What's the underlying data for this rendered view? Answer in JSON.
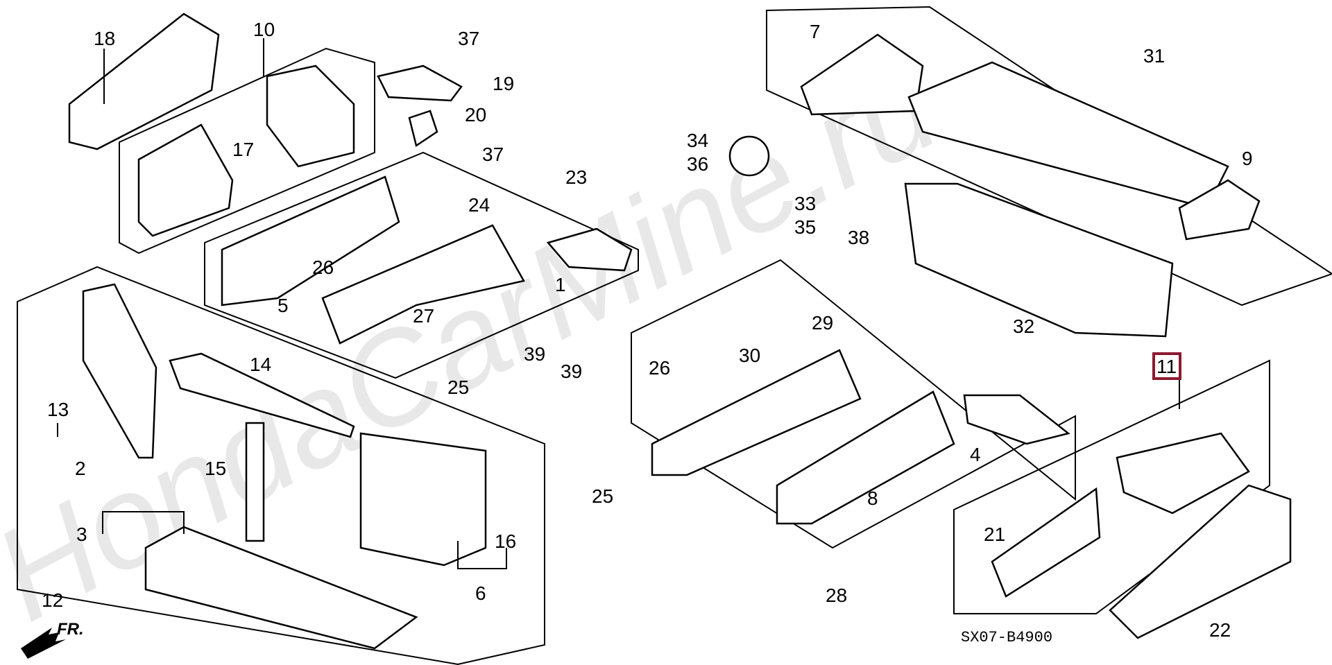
{
  "diagram": {
    "title_code": "SX07-B4900",
    "direction_label": "FR.",
    "watermark": "HondaCarMine.ru",
    "highlight_color": "#8b1a2f",
    "highlighted_part": "11",
    "groups": {
      "front_left": "12",
      "front_frame": "23",
      "rear_panel": "31",
      "rear_frame": "28",
      "outrigger": "11"
    },
    "labels": [
      {
        "id": "18",
        "text": "18"
      },
      {
        "id": "10",
        "text": "10"
      },
      {
        "id": "37a",
        "text": "37"
      },
      {
        "id": "19",
        "text": "19"
      },
      {
        "id": "20",
        "text": "20"
      },
      {
        "id": "37b",
        "text": "37"
      },
      {
        "id": "17",
        "text": "17"
      },
      {
        "id": "23",
        "text": "23"
      },
      {
        "id": "24",
        "text": "24"
      },
      {
        "id": "26a",
        "text": "26"
      },
      {
        "id": "5",
        "text": "5"
      },
      {
        "id": "1",
        "text": "1"
      },
      {
        "id": "27",
        "text": "27"
      },
      {
        "id": "13",
        "text": "13"
      },
      {
        "id": "2",
        "text": "2"
      },
      {
        "id": "14",
        "text": "14"
      },
      {
        "id": "15",
        "text": "15"
      },
      {
        "id": "3",
        "text": "3"
      },
      {
        "id": "12",
        "text": "12"
      },
      {
        "id": "6",
        "text": "6"
      },
      {
        "id": "16",
        "text": "16"
      },
      {
        "id": "25a",
        "text": "25"
      },
      {
        "id": "39a",
        "text": "39"
      },
      {
        "id": "39b",
        "text": "39"
      },
      {
        "id": "25b",
        "text": "25"
      },
      {
        "id": "7",
        "text": "7"
      },
      {
        "id": "31",
        "text": "31"
      },
      {
        "id": "34",
        "text": "34"
      },
      {
        "id": "36",
        "text": "36"
      },
      {
        "id": "33",
        "text": "33"
      },
      {
        "id": "35",
        "text": "35"
      },
      {
        "id": "38",
        "text": "38"
      },
      {
        "id": "9",
        "text": "9"
      },
      {
        "id": "32",
        "text": "32"
      },
      {
        "id": "29",
        "text": "29"
      },
      {
        "id": "30",
        "text": "30"
      },
      {
        "id": "26b",
        "text": "26"
      },
      {
        "id": "4",
        "text": "4"
      },
      {
        "id": "8",
        "text": "8"
      },
      {
        "id": "28",
        "text": "28"
      },
      {
        "id": "11",
        "text": "11"
      },
      {
        "id": "21",
        "text": "21"
      },
      {
        "id": "22",
        "text": "22"
      }
    ]
  }
}
